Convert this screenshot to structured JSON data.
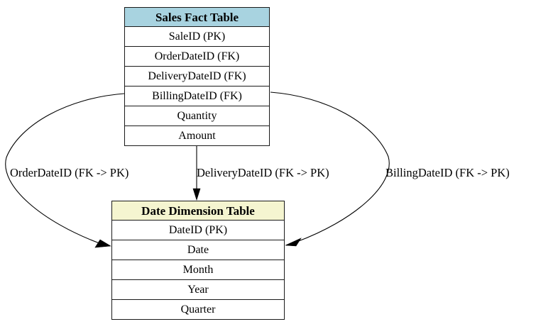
{
  "diagram": {
    "type": "entity-relationship-star-schema",
    "background": "#ffffff",
    "nodes": [
      {
        "id": "sales_fact",
        "title": "Sales Fact Table",
        "header_color": "#a8d3e0",
        "fields": [
          "SaleID (PK)",
          "OrderDateID (FK)",
          "DeliveryDateID (FK)",
          "BillingDateID (FK)",
          "Quantity",
          "Amount"
        ]
      },
      {
        "id": "date_dimension",
        "title": "Date Dimension Table",
        "header_color": "#f5f5d0",
        "fields": [
          "DateID (PK)",
          "Date",
          "Month",
          "Year",
          "Quarter"
        ]
      }
    ],
    "edges": [
      {
        "id": "order_edge",
        "from": "sales_fact",
        "to": "date_dimension",
        "label": "OrderDateID (FK -> PK)"
      },
      {
        "id": "delivery_edge",
        "from": "sales_fact",
        "to": "date_dimension",
        "label": "DeliveryDateID (FK -> PK)"
      },
      {
        "id": "billing_edge",
        "from": "sales_fact",
        "to": "date_dimension",
        "label": "BillingDateID (FK -> PK)"
      }
    ]
  }
}
